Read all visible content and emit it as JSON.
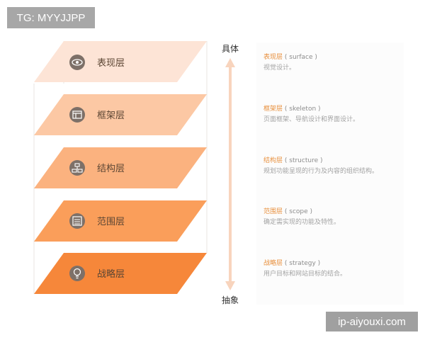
{
  "watermark_top": "TG: MYYJJPP",
  "watermark_bottom": "ip-aiyouxi.com",
  "axis": {
    "top_label": "具体",
    "bottom_label": "抽象"
  },
  "layers": [
    {
      "label": "表现层",
      "icon": "eye-icon",
      "color": "#fde4d6"
    },
    {
      "label": "框架层",
      "icon": "layout-icon",
      "color": "#fcc8a4"
    },
    {
      "label": "结构层",
      "icon": "structure-icon",
      "color": "#fbb27f"
    },
    {
      "label": "范围层",
      "icon": "list-icon",
      "color": "#fa9e5a"
    },
    {
      "label": "战略层",
      "icon": "lightbulb-icon",
      "color": "#f6873a"
    }
  ],
  "descriptions": [
    {
      "name": "表现层",
      "en": "( surface )",
      "text": "视觉设计。"
    },
    {
      "name": "框架层",
      "en": "( skeleton )",
      "text": "页面框架、导航设计和界面设计。"
    },
    {
      "name": "结构层",
      "en": "( structure )",
      "text": "规划功能呈现的行为及内容的组织结构。"
    },
    {
      "name": "范围层",
      "en": "( scope )",
      "text": "确定需实现的功能及特性。"
    },
    {
      "name": "战略层",
      "en": "( strategy )",
      "text": "用户目标和网站目标的结合。"
    }
  ],
  "colors": {
    "arrow": "#f8d4bd",
    "frame": "#e9e6e2",
    "label_accent": "#e8913f"
  }
}
